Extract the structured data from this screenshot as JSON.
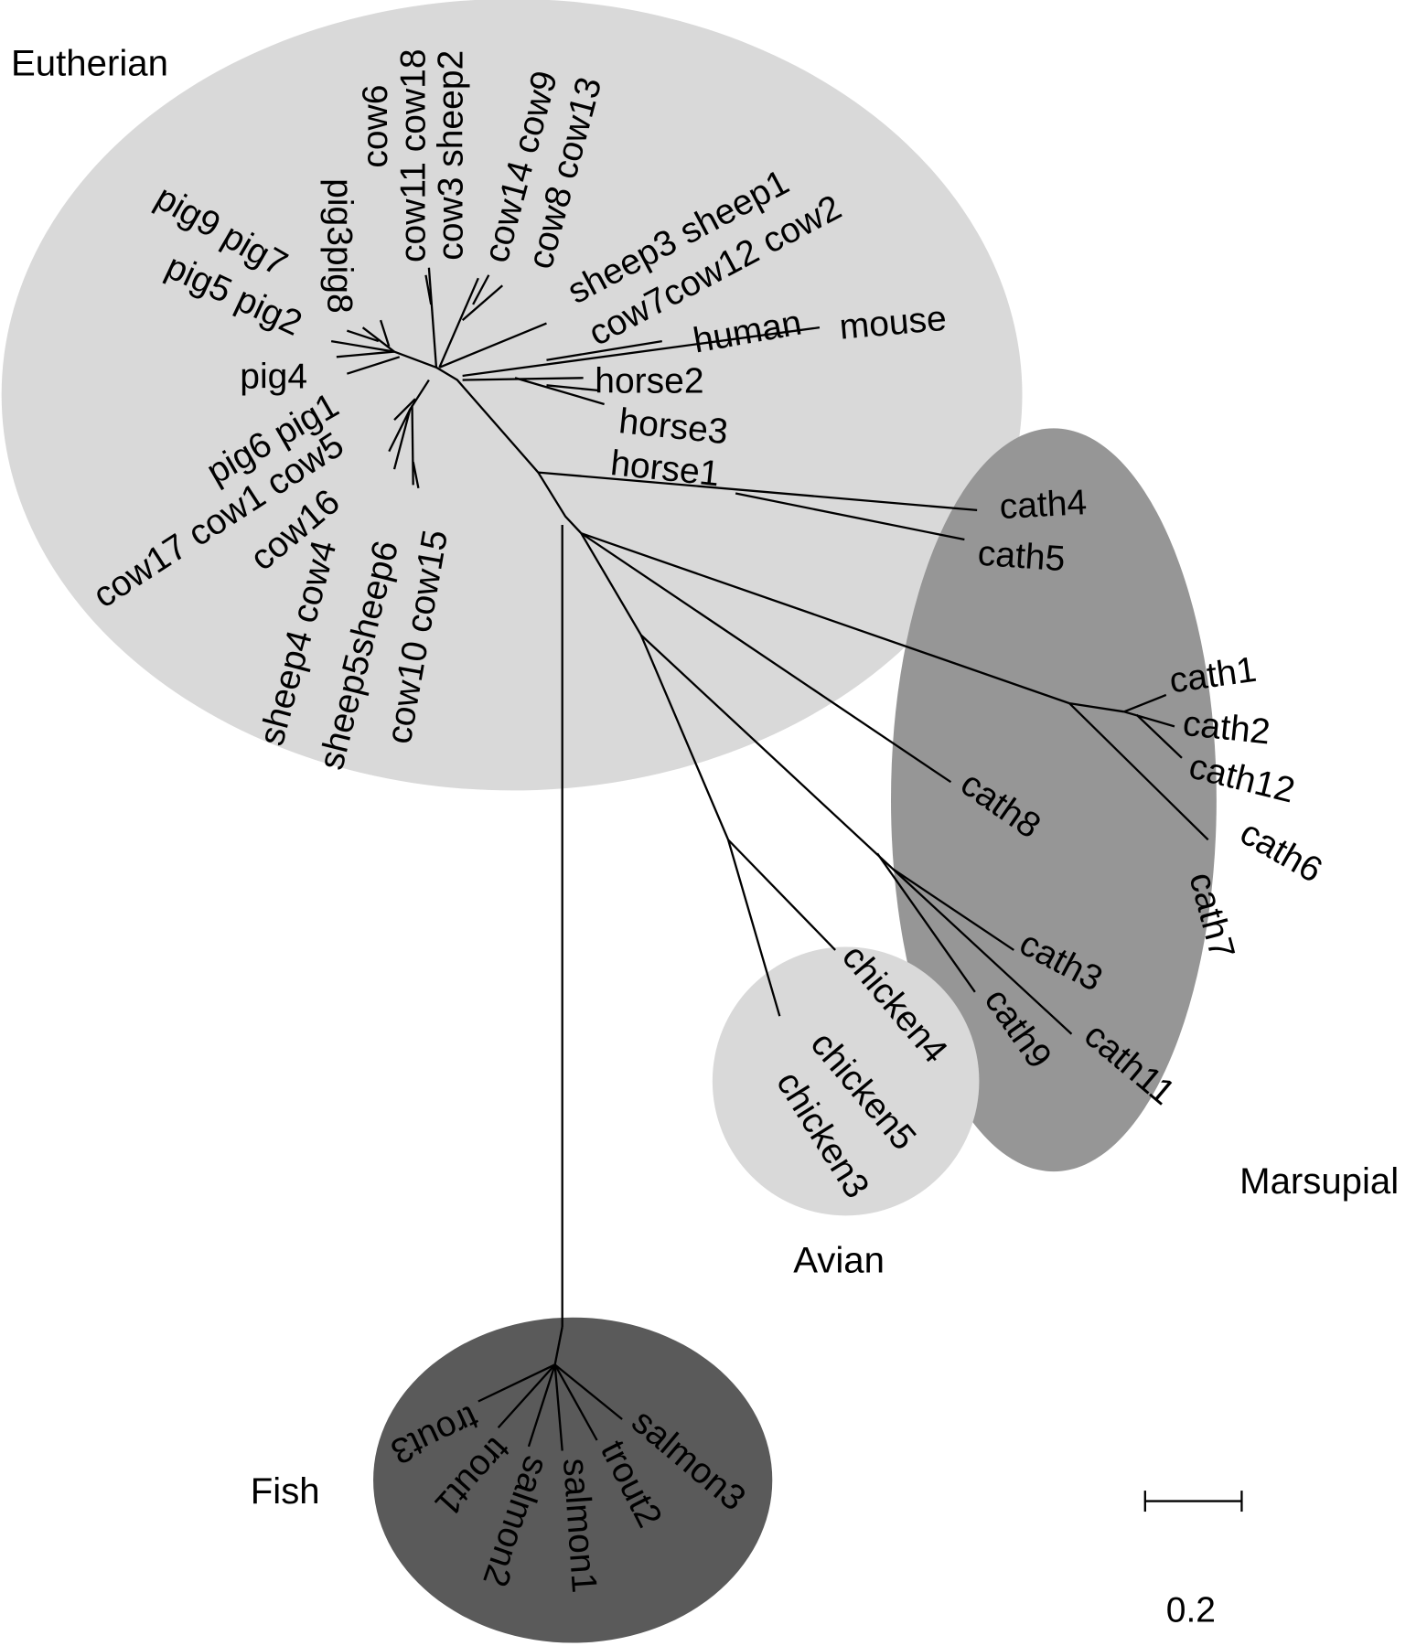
{
  "groups": {
    "eutherian": {
      "label": "Eutherian",
      "color": "#d9d9d9"
    },
    "marsupial": {
      "label": "Marsupial",
      "color": "#969696"
    },
    "avian": {
      "label": "Avian",
      "color": "#d9d9d9"
    },
    "fish": {
      "label": "Fish",
      "color": "#5a5a5a"
    }
  },
  "leaves": {
    "cow6": "cow6",
    "cow11_cow18": "cow11 cow18",
    "cow3_sheep2": "cow3 sheep2",
    "cow14_cow9": "cow14 cow9",
    "cow8_cow13": "cow8 cow13",
    "sheep3_sheep1": "sheep3 sheep1",
    "cow7_cow12_cow2": "cow7cow12 cow2",
    "human": "human",
    "mouse": "mouse",
    "horse2": "horse2",
    "horse3": "horse3",
    "horse1": "horse1",
    "pig3_pig8": "pig3pig8",
    "pig9_pig7": "pig9 pig7",
    "pig5_pig2": "pig5 pig2",
    "pig4": "pig4",
    "pig6_pig1": "pig6 pig1",
    "cow17_cow1_cow5": "cow17 cow1 cow5",
    "cow16": "cow16",
    "sheep4_cow4": "sheep4 cow4",
    "sheep5_sheep6": "sheep5sheep6",
    "cow10_cow15": "cow10 cow15",
    "cath4": "cath4",
    "cath5": "cath5",
    "cath1": "cath1",
    "cath2": "cath2",
    "cath12": "cath12",
    "cath6": "cath6",
    "cath7": "cath7",
    "cath8": "cath8",
    "cath3": "cath3",
    "cath9": "cath9",
    "cath11": "cath11",
    "chicken4": "chicken4",
    "chicken5": "chicken5",
    "chicken3": "chicken3",
    "trout3": "trout3",
    "trout1": "trout1",
    "salmon2": "salmon2",
    "salmon1": "salmon1",
    "trout2": "trout2",
    "salmon3": "salmon3"
  },
  "scale_bar": {
    "label": "0.2",
    "value": 0.2
  }
}
